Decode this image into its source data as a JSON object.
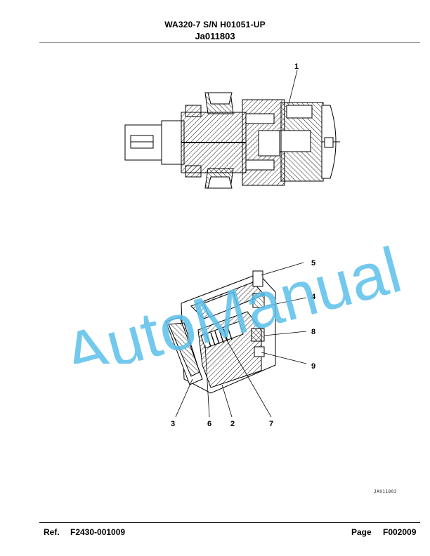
{
  "header": {
    "title": "WA320-7 S/N H01051-UP",
    "subtitle": "Ja011803"
  },
  "callouts": {
    "c1": "1",
    "c2": "2",
    "c3": "3",
    "c4": "4",
    "c5": "5",
    "c6": "6",
    "c7": "7",
    "c8": "8",
    "c9": "9"
  },
  "image_code": "JA011803",
  "watermark": "AutoManual",
  "footer": {
    "ref_label": "Ref.",
    "ref_value": "F2430-001009",
    "page_label": "Page",
    "page_value": "F002009"
  },
  "colors": {
    "watermark": "#5bbfea",
    "line": "#000000"
  }
}
